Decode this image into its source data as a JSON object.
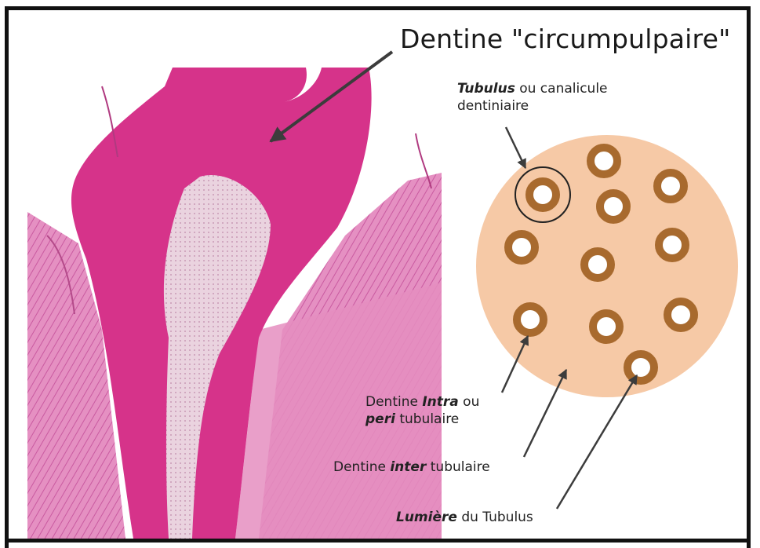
{
  "title": "Dentine \"circumpulpaire\"",
  "labels": {
    "tubulus_em": "Tubulus",
    "tubulus_rest": " ou canalicule",
    "tubulus_line2": "dentiniaire",
    "intra_pre": "Dentine ",
    "intra_em": "Intra",
    "intra_post": " ou",
    "peri_em": "peri",
    "peri_post": " tubulaire",
    "inter_pre": "Dentine ",
    "inter_em": "inter",
    "inter_post": " tubulaire",
    "lumiere_em": "Lumière",
    "lumiere_post": " du Tubulus"
  },
  "colors": {
    "dentine_pink": "#d6338a",
    "tissue_pink": "#e17fb8",
    "pulp": "#e7c9d8",
    "disc": "#f6c9a6",
    "tubule_ring": "#a86a2e",
    "arrow": "#3c3c3c"
  }
}
